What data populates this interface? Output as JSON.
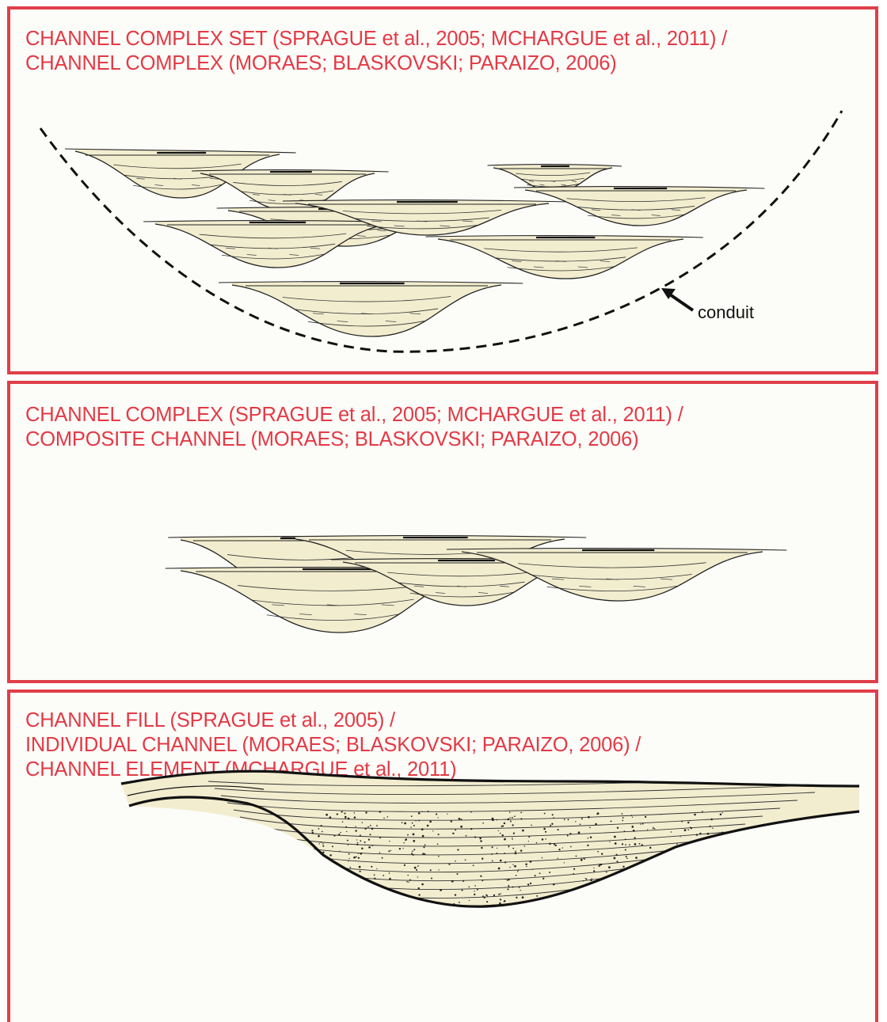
{
  "colors": {
    "frame_border": "#df3f4a",
    "caption_text": "#e33a45",
    "channel_fill": "#f2edcf",
    "line": "#1a1a1a"
  },
  "panels": [
    {
      "caption_lines": [
        "CHANNEL COMPLEX SET (SPRAGUE et al., 2005; MCHARGUE et al., 2011) /",
        "CHANNEL COMPLEX (MORAES; BLASKOVSKI; PARAIZO, 2006)"
      ],
      "annotation": "conduit"
    },
    {
      "caption_lines": [
        "CHANNEL COMPLEX (SPRAGUE et al., 2005; MCHARGUE et al., 2011) /",
        "COMPOSITE CHANNEL (MORAES; BLASKOVSKI; PARAIZO, 2006)"
      ]
    },
    {
      "caption_lines": [
        "CHANNEL FILL (SPRAGUE et al., 2005) /",
        "INDIVIDUAL CHANNEL (MORAES; BLASKOVSKI; PARAIZO, 2006) /",
        "CHANNEL ELEMENT (MCHARGUE et al., 2011)"
      ]
    }
  ]
}
